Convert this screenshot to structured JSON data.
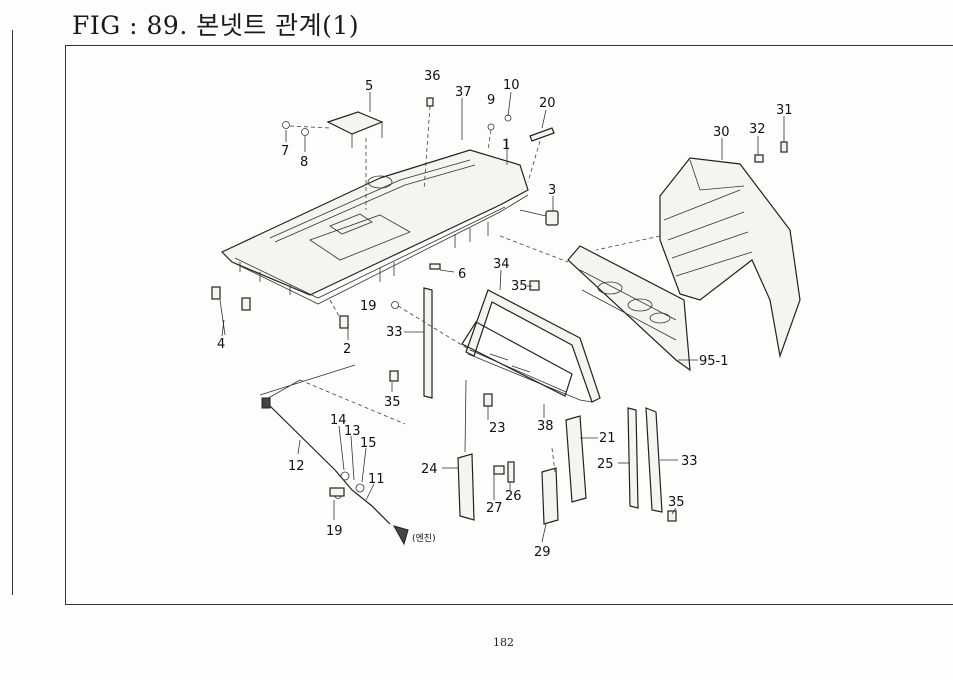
{
  "title": "FIG : 89. 본넷트 관계(1)",
  "page_number": "182",
  "engine_note": "(엔진)",
  "callouts": {
    "c36": "36",
    "c5": "5",
    "c37": "37",
    "c10": "10",
    "c9": "9",
    "c20": "20",
    "c31": "31",
    "c30": "30",
    "c32": "32",
    "c7": "7",
    "c8": "8",
    "c1": "1",
    "c3": "3",
    "c6": "6",
    "c34": "34",
    "c35a": "35",
    "c4": "4",
    "c2": "2",
    "c19a": "19",
    "c33a": "33",
    "c95": "95-1",
    "c35b": "35",
    "c38": "38",
    "c23": "23",
    "c14": "14",
    "c13": "13",
    "c15": "15",
    "c12": "12",
    "c21": "21",
    "c25": "25",
    "c33b": "33",
    "c24": "24",
    "c11": "11",
    "c26": "26",
    "c27": "27",
    "c35c": "35",
    "c19b": "19",
    "c29": "29"
  }
}
